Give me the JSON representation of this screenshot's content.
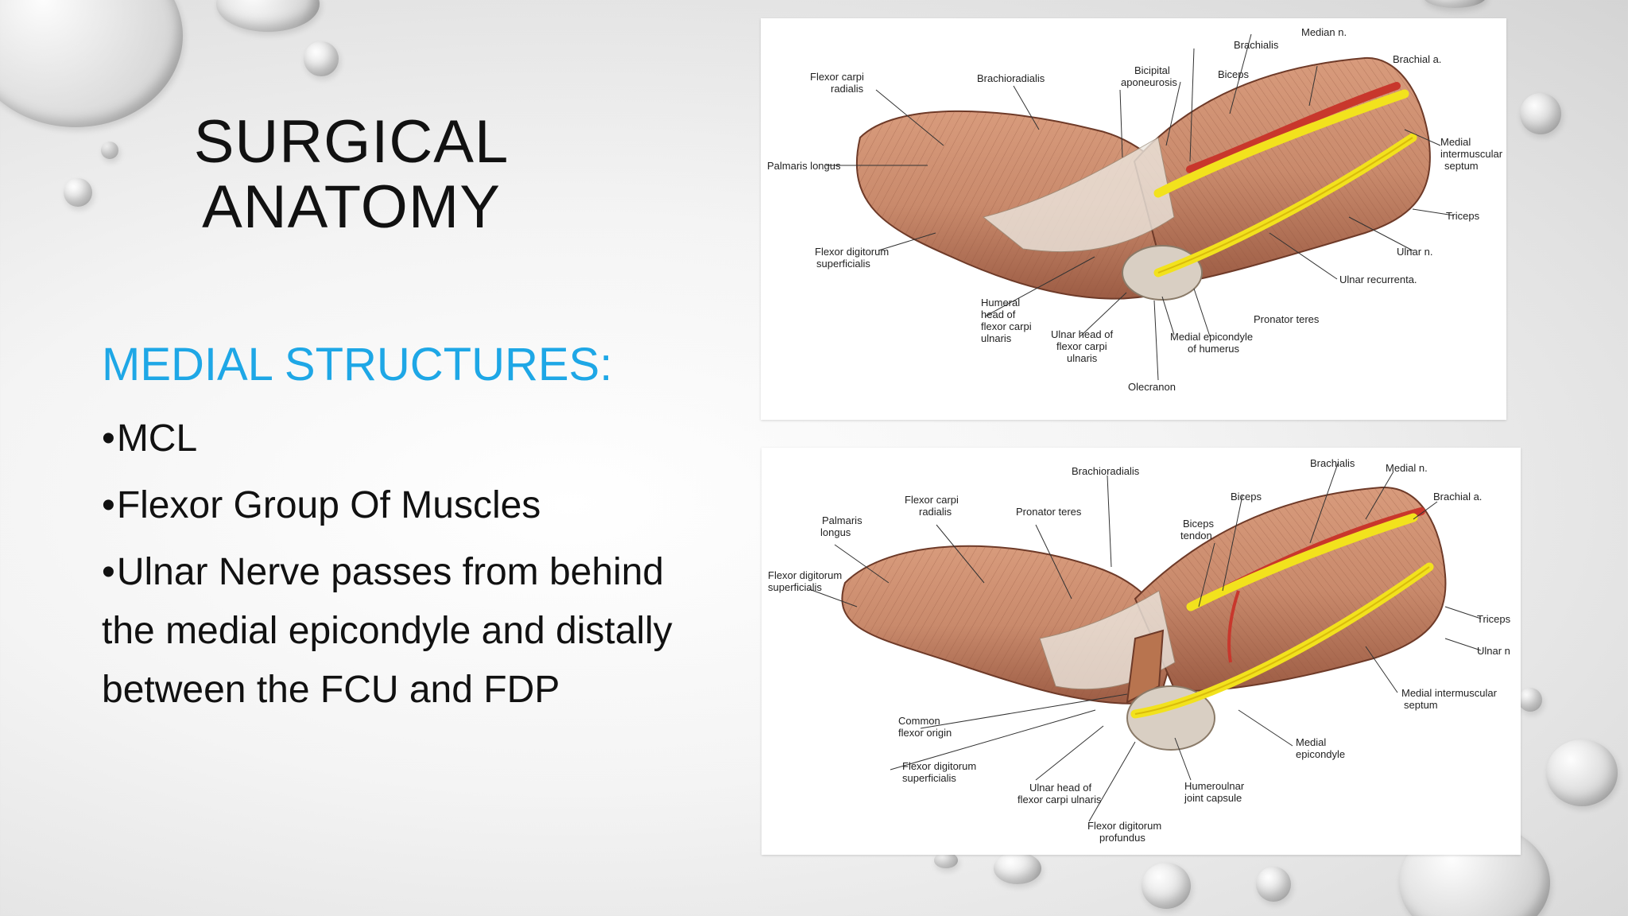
{
  "slide": {
    "title_lines": [
      "SURGICAL",
      "ANATOMY"
    ],
    "section_heading": "MEDIAL STRUCTURES:",
    "bullets": [
      "MCL",
      "Flexor Group Of Muscles",
      "Ulnar Nerve passes from behind the medial epicondyle and distally between the FCU and FDP"
    ],
    "bullet_glyph": "•"
  },
  "figure_top": {
    "labels": {
      "median_n": "Median n.",
      "brachialis": "Brachialis",
      "brachial_a": "Brachial a.",
      "flexor_carpi_radialis_1": "Flexor carpi",
      "flexor_carpi_radialis_2": "radialis",
      "brachioradialis": "Brachioradialis",
      "bicipital_1": "Bicipital",
      "bicipital_2": "aponeurosis",
      "biceps": "Biceps",
      "medial_septum_1": "Medial",
      "medial_septum_2": "intermuscular",
      "medial_septum_3": "septum",
      "palmaris_longus": "Palmaris longus",
      "triceps": "Triceps",
      "fds_1": "Flexor digitorum",
      "fds_2": "superficialis",
      "ulnar_n": "Ulnar n.",
      "ulnar_recurrent": "Ulnar recurrenta.",
      "humeral_head_1": "Humeral",
      "humeral_head_2": "head of",
      "humeral_head_3": "flexor carpi",
      "humeral_head_4": "ulnaris",
      "ulnar_head_1": "Ulnar head of",
      "ulnar_head_2": "flexor carpi",
      "ulnar_head_3": "ulnaris",
      "pronator_teres": "Pronator teres",
      "medial_epicondyle_1": "Medial epicondyle",
      "medial_epicondyle_2": "of humerus",
      "olecranon": "Olecranon"
    }
  },
  "figure_bottom": {
    "labels": {
      "brachialis": "Brachialis",
      "medial_n": "Medial n.",
      "brachioradialis": "Brachioradialis",
      "brachial_a": "Brachial a.",
      "fcr_1": "Flexor carpi",
      "fcr_2": "radialis",
      "biceps": "Biceps",
      "pronator_teres": "Pronator teres",
      "palmaris_1": "Palmaris",
      "palmaris_2": "longus",
      "biceps_tendon_1": "Biceps",
      "biceps_tendon_2": "tendon",
      "fds_1": "Flexor digitorum",
      "fds_2": "superficialis",
      "triceps": "Triceps",
      "ulnar_n": "Ulnar n",
      "medial_septum_1": "Medial intermuscular",
      "medial_septum_2": "septum",
      "common_flexor_1": "Common",
      "common_flexor_2": "flexor origin",
      "medial_epicondyle_1": "Medial",
      "medial_epicondyle_2": "epicondyle",
      "fds_lower_1": "Flexor digitorum",
      "fds_lower_2": "superficialis",
      "ulnar_head_1": "Ulnar head of",
      "ulnar_head_2": "flexor carpi ulnaris",
      "humeroulnar_1": "Humeroulnar",
      "humeroulnar_2": "joint capsule",
      "fdp_1": "Flexor digitorum",
      "fdp_2": "profundus"
    }
  },
  "colors": {
    "heading_blue": "#1ea7e6",
    "muscle": "#c98a6c",
    "muscle_dark": "#9c5c44",
    "nerve": "#f2e21d",
    "artery": "#c8372c"
  }
}
